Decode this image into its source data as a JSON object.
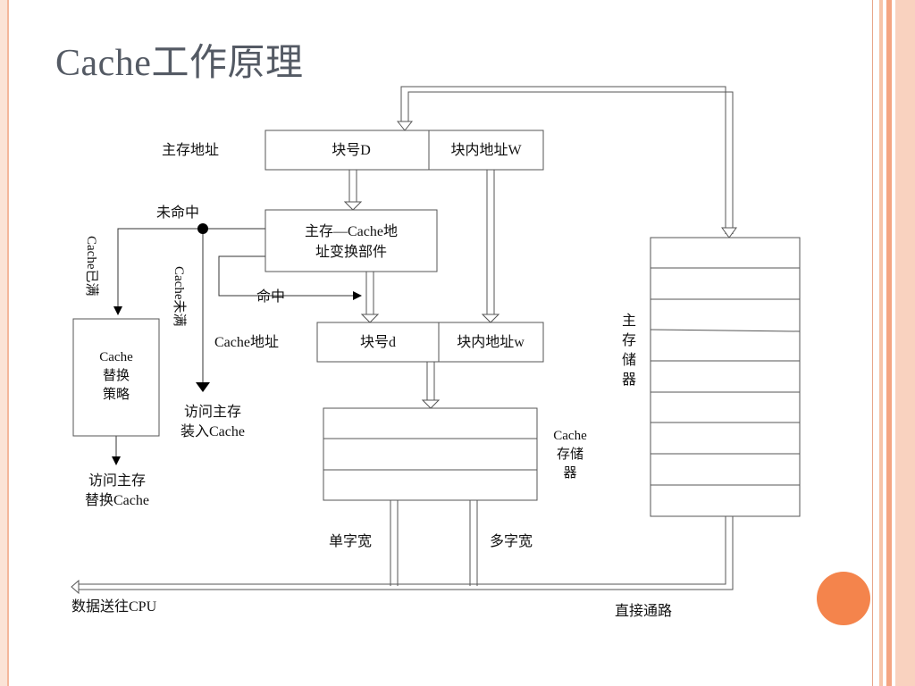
{
  "title": "Cache工作原理",
  "labels": {
    "main_addr": "主存地址",
    "block_D": "块号D",
    "offset_W": "块内地址W",
    "addr_transform_line1": "主存—Cache地",
    "addr_transform_line2": "址变换部件",
    "miss": "未命中",
    "cache_full": "Cache已满",
    "cache_not_full": "Cache未满",
    "hit": "命中",
    "cache_addr": "Cache地址",
    "block_d": "块号d",
    "offset_w": "块内地址w",
    "replace_line1": "Cache",
    "replace_line2": "替换",
    "replace_line3": "策略",
    "load_line1": "访问主存",
    "load_line2": "装入Cache",
    "repl_access_line1": "访问主存",
    "repl_access_line2": "替换Cache",
    "cache_mem_line1": "Cache",
    "cache_mem_line2": "存储",
    "cache_mem_line3": "器",
    "main_mem_1": "主",
    "main_mem_2": "存",
    "main_mem_3": "储",
    "main_mem_4": "器",
    "single_word": "单字宽",
    "multi_word": "多字宽",
    "to_cpu": "数据送往CPU",
    "direct_path": "直接通路"
  },
  "colors": {
    "title": "#545a64",
    "accent_dot": "#f4844c",
    "frame": "#f4a582"
  }
}
